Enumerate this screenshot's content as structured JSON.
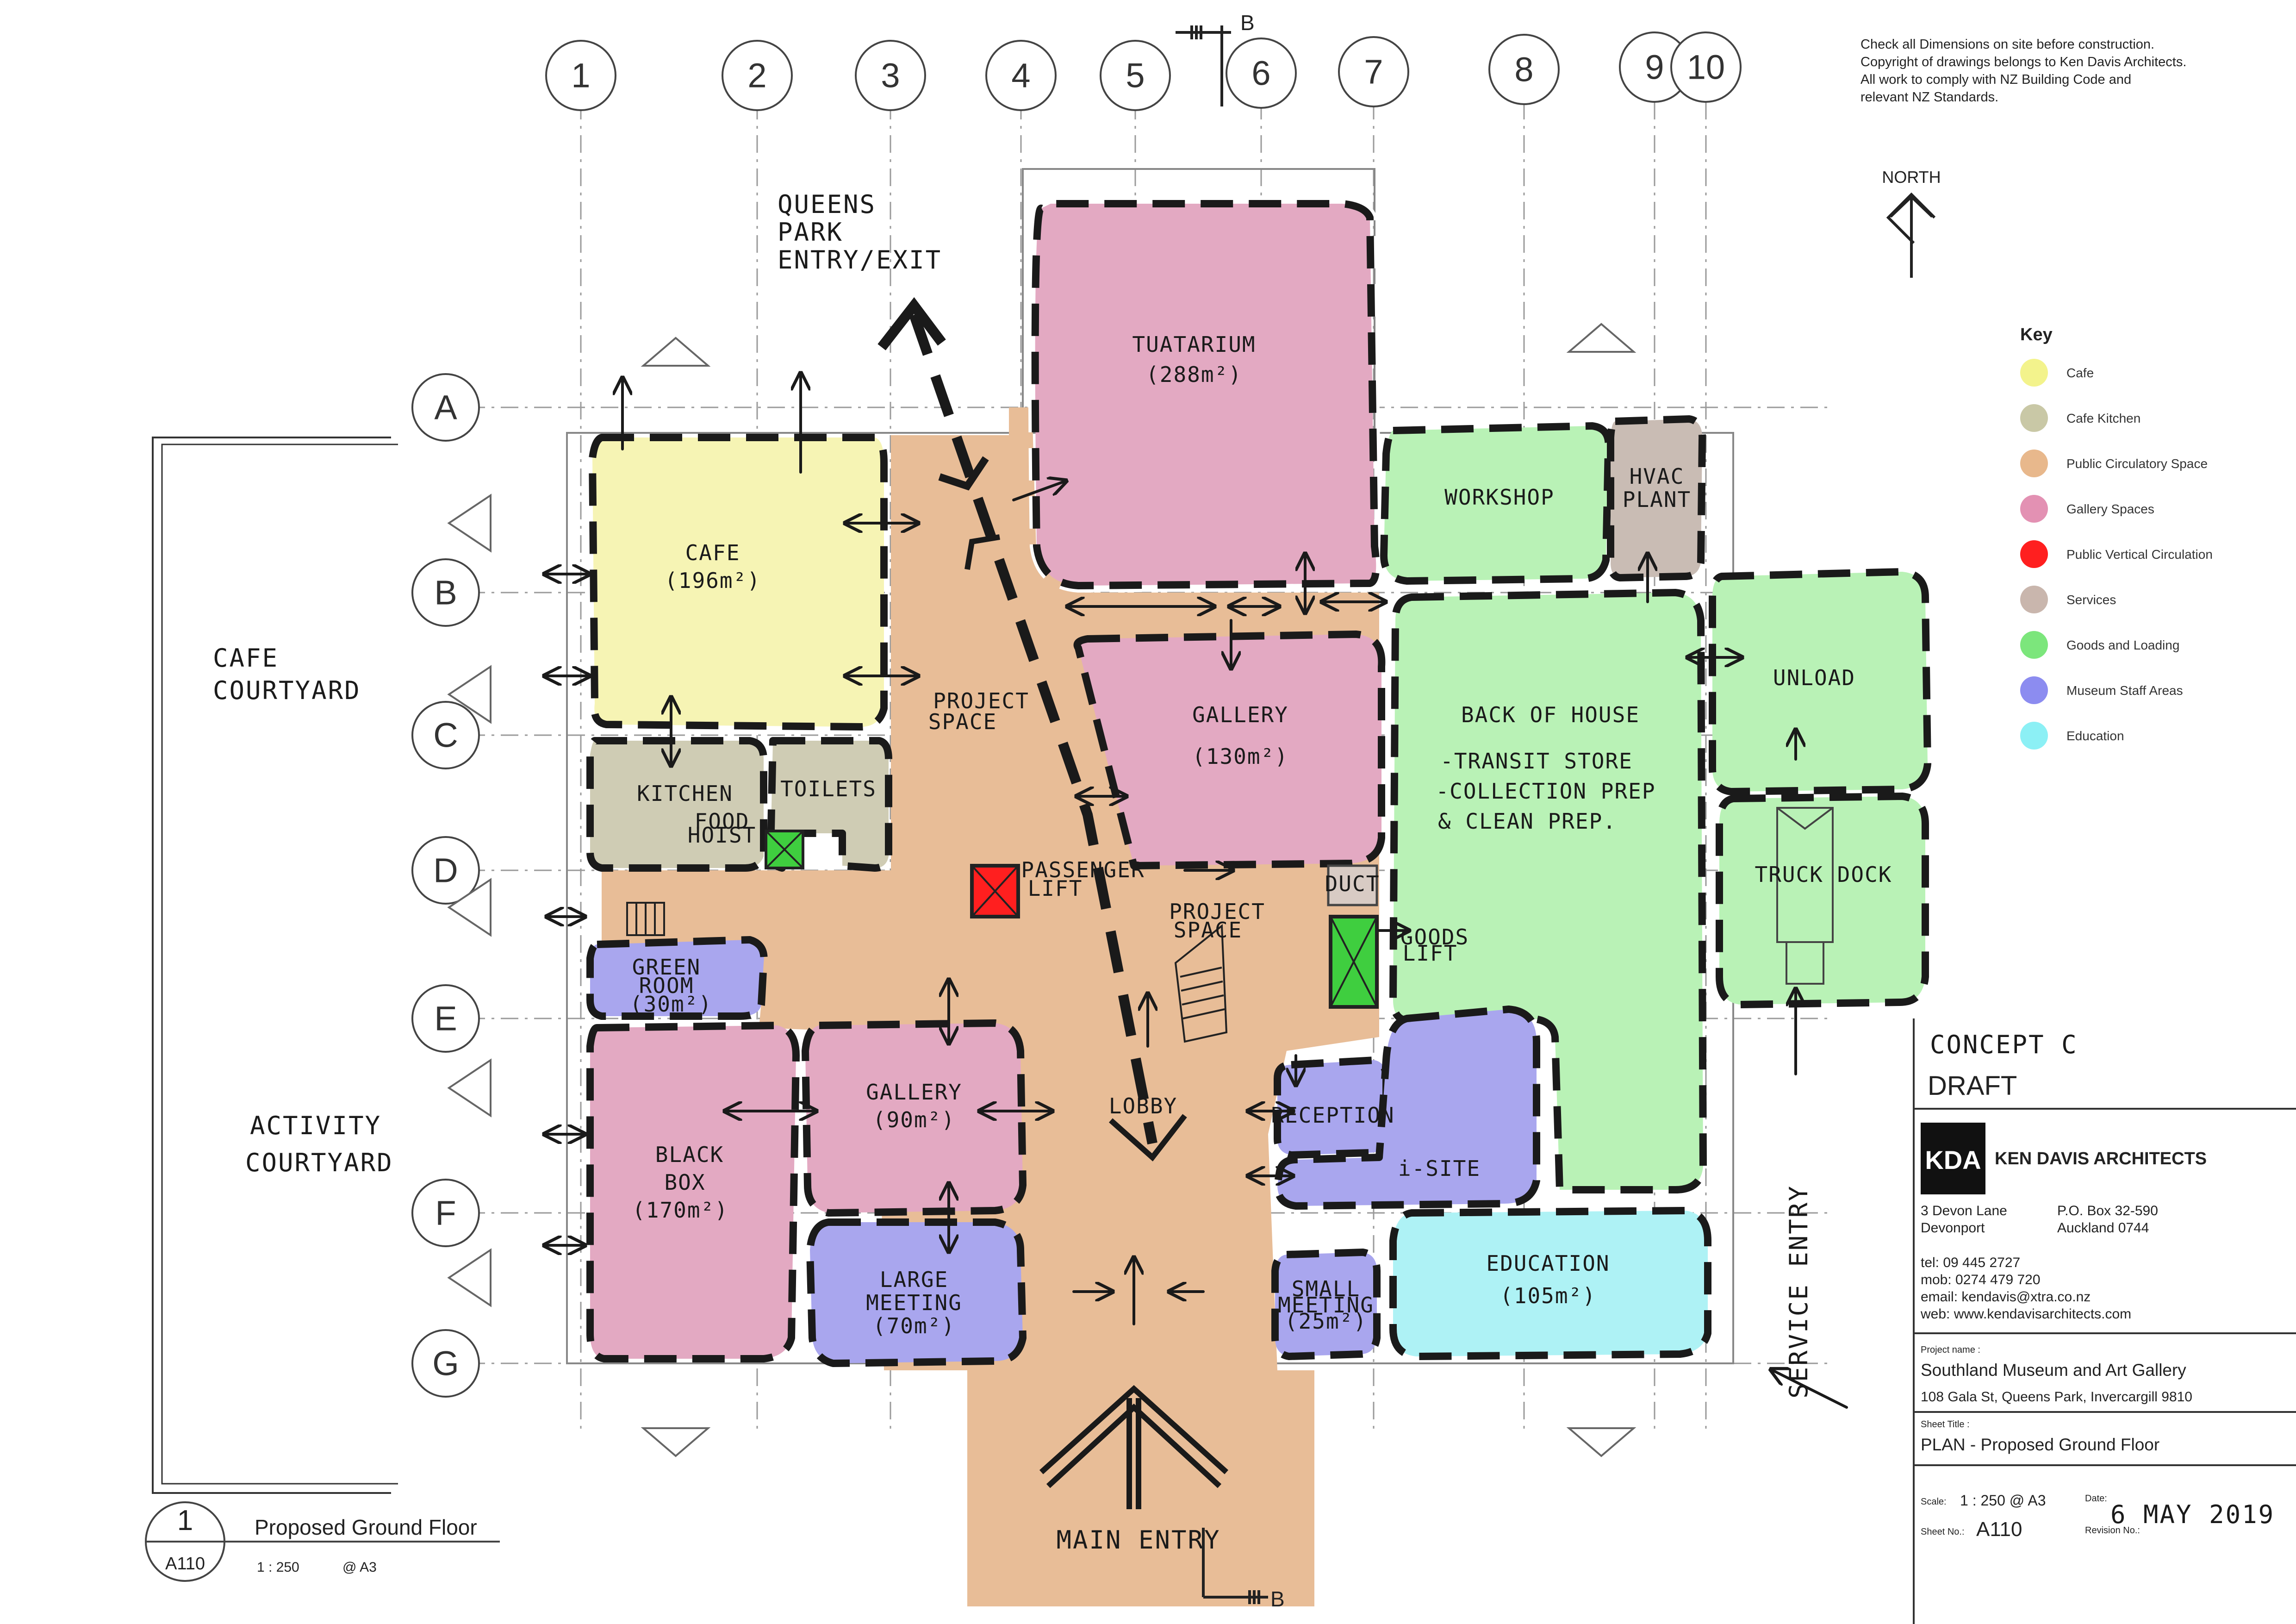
{
  "notes": {
    "line1": "Check all Dimensions on site before construction.",
    "line2": "Copyright of drawings belongs to Ken Davis Architects.",
    "line3": "All work to comply with NZ Building Code and",
    "line4": "relevant NZ Standards."
  },
  "north_label": "NORTH",
  "section_marker": "B",
  "grid": {
    "columns": [
      "1",
      "2",
      "3",
      "4",
      "5",
      "6",
      "7",
      "8",
      "9",
      "10"
    ],
    "rows": [
      "A",
      "B",
      "C",
      "D",
      "E",
      "F",
      "G"
    ]
  },
  "key": {
    "title": "Key",
    "items": [
      {
        "label": "Cafe",
        "color": "#f3f38c"
      },
      {
        "label": "Cafe Kitchen",
        "color": "#c9c8a6"
      },
      {
        "label": "Public Circulatory Space",
        "color": "#e8b88c"
      },
      {
        "label": "Gallery Spaces",
        "color": "#e391b3"
      },
      {
        "label": "Public Vertical Circulation",
        "color": "#ff1f1f"
      },
      {
        "label": "Services",
        "color": "#c9b6ad"
      },
      {
        "label": "Goods and Loading",
        "color": "#7ce67c"
      },
      {
        "label": "Museum Staff Areas",
        "color": "#8c8cf0"
      },
      {
        "label": "Education",
        "color": "#8cf0f5"
      }
    ]
  },
  "rooms": {
    "tuatarium": {
      "name": "TUATARIUM",
      "area": "(288m²)"
    },
    "cafe": {
      "name": "CAFE",
      "area": "(196m²)"
    },
    "kitchen": {
      "name": "KITCHEN"
    },
    "toilets": {
      "name": "TOILETS"
    },
    "food_hoist": {
      "line1": "FOOD",
      "line2": "HOIST"
    },
    "green_room": {
      "line1": "GREEN",
      "line2": "ROOM",
      "line3": "(30m²)"
    },
    "black_box": {
      "line1": "BLACK",
      "line2": "BOX",
      "line3": "(170m²)"
    },
    "gallery_90": {
      "name": "GALLERY",
      "area": "(90m²)"
    },
    "gallery_130": {
      "name": "GALLERY",
      "area": "(130m²)"
    },
    "large_meeting": {
      "line1": "LARGE",
      "line2": "MEETING",
      "line3": "(70m²)"
    },
    "project_space_1": {
      "line1": "PROJECT",
      "line2": "SPACE"
    },
    "project_space_2": {
      "line1": "PROJECT",
      "line2": "SPACE"
    },
    "passenger_lift": {
      "line1": "PASSENGER",
      "line2": "LIFT"
    },
    "lobby": {
      "name": "LOBBY"
    },
    "reception": {
      "name": "RECEPTION"
    },
    "isite": {
      "name": "i-SITE"
    },
    "small_meeting": {
      "line1": "SMALL",
      "line2": "MEETING",
      "line3": "(25m²)"
    },
    "education": {
      "name": "EDUCATION",
      "area": "(105m²)"
    },
    "workshop": {
      "name": "WORKSHOP"
    },
    "hvac": {
      "line1": "HVAC",
      "line2": "PLANT"
    },
    "back_of_house": {
      "name": "BACK OF HOUSE",
      "line1": "-TRANSIT STORE",
      "line2": "-COLLECTION PREP",
      "line3": "& CLEAN PREP."
    },
    "duct": {
      "name": "DUCT"
    },
    "goods_lift": {
      "line1": "GOODS",
      "line2": "LIFT"
    },
    "unload": {
      "name": "UNLOAD"
    },
    "truck_dock": {
      "name": "TRUCK DOCK"
    }
  },
  "labels": {
    "queens_park": {
      "line1": "QUEENS",
      "line2": "PARK",
      "line3": "ENTRY/EXIT"
    },
    "cafe_courtyard": {
      "line1": "CAFE",
      "line2": "COURTYARD"
    },
    "activity_courtyard": {
      "line1": "ACTIVITY",
      "line2": "COURTYARD"
    },
    "service_entry": "SERVICE ENTRY",
    "main_entry": "MAIN  ENTRY"
  },
  "title_block": {
    "concept": "CONCEPT C",
    "draft": "DRAFT",
    "logo": "KDA",
    "firm": "KEN DAVIS ARCHITECTS",
    "addr1": "3 Devon Lane",
    "addr2": "Devonport",
    "po1": "P.O. Box 32-590",
    "po2": "Auckland 0744",
    "tel": "tel:  09 445 2727",
    "mob": "mob:  0274 479 720",
    "email": "email:  kendavis@xtra.co.nz",
    "web": "web: www.kendavisarchitects.com",
    "project_label": "Project name :",
    "project_name": "Southland Museum and Art Gallery",
    "project_address": "108 Gala St, Queens Park, Invercargill 9810",
    "sheet_title_label": "Sheet Title :",
    "sheet_title": "PLAN - Proposed Ground Floor",
    "scale_label": "Scale:",
    "scale_value": "1 : 250 @ A3",
    "sheet_no_label": "Sheet No.:",
    "sheet_no": "A110",
    "date_label": "Date:",
    "date_value": "6 MAY 2019",
    "revision_label": "Revision No.:"
  },
  "drawing_tag": {
    "number": "1",
    "sheet": "A110",
    "title": "Proposed Ground Floor",
    "scale": "1 : 250",
    "paper": "@ A3"
  }
}
